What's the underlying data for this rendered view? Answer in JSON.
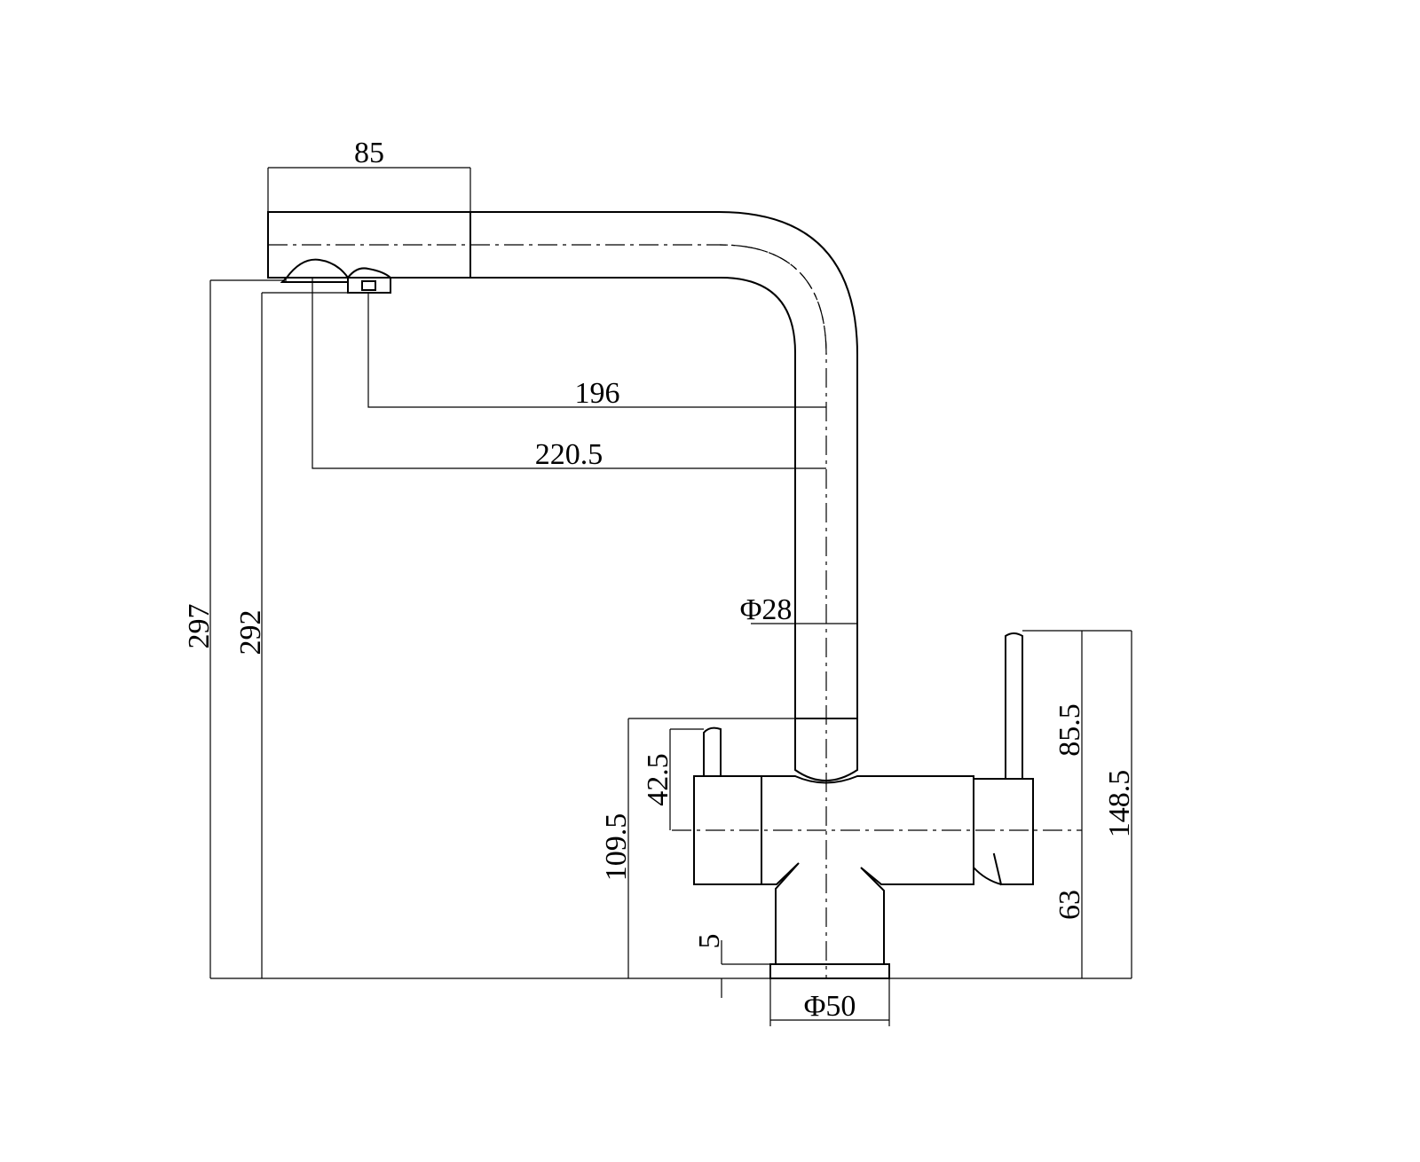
{
  "dimensions": {
    "spout_head_length": "85",
    "outlet_to_center_inner": "196",
    "outlet_to_center_outer": "220.5",
    "spout_tube_diameter": "Φ28",
    "total_height_outer": "297",
    "total_height_inner": "292",
    "body_height": "109.5",
    "left_handle_height": "42.5",
    "right_handle_height": "85.5",
    "body_axis_height": "63",
    "right_handle_total_height": "148.5",
    "base_thickness": "5",
    "base_diameter": "Φ50"
  },
  "colors": {
    "line": "#000000",
    "background": "#ffffff"
  }
}
